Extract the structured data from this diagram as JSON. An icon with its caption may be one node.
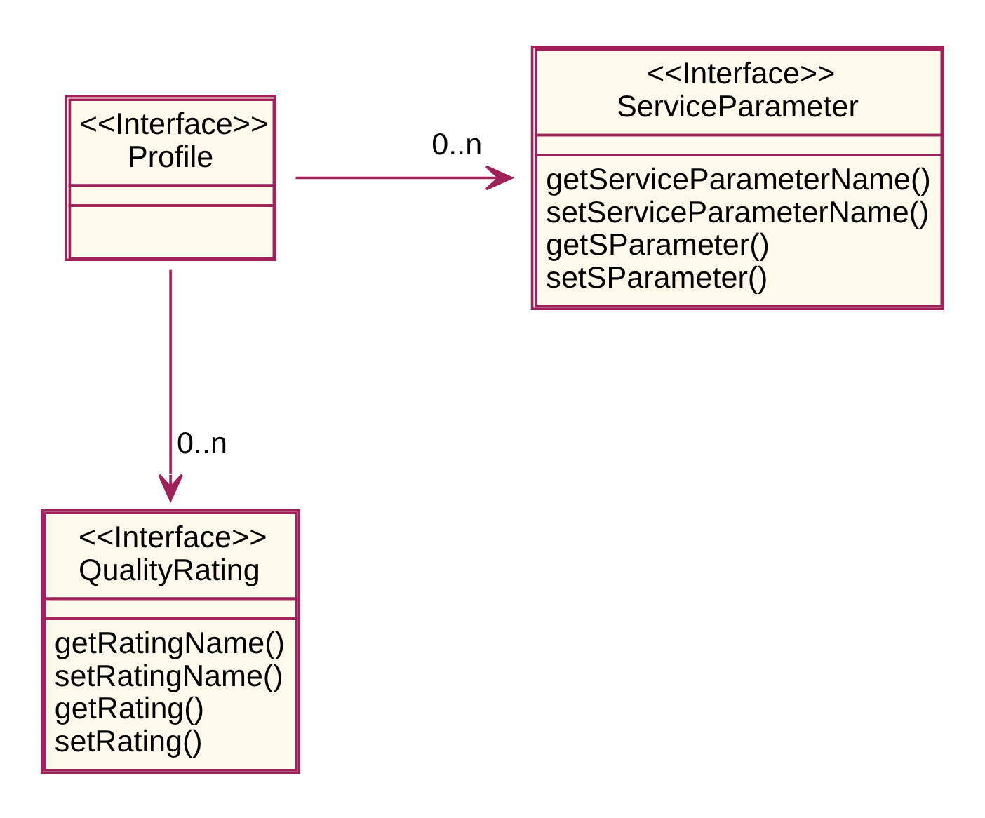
{
  "diagram": {
    "nodes": [
      {
        "text": [
          "<<Interface>>",
          "Profile"
        ]
      },
      {
        "text": [
          "<<Interface>>",
          "ServiceParameter",
          "getServiceParameterName()",
          "setServiceParameterName()",
          "getSParameter()",
          "setSParameter()"
        ]
      },
      {
        "text": [
          "<<Interface>>",
          "QualityRating",
          "getRatingName()",
          "setRatingName()",
          "getRating()",
          "setRating()"
        ]
      }
    ],
    "edges": [
      {
        "from": 0,
        "to": 1,
        "arrow": "to",
        "label": "0..n"
      },
      {
        "from": 0,
        "to": 2,
        "arrow": "to",
        "label": "0..n"
      }
    ]
  }
}
